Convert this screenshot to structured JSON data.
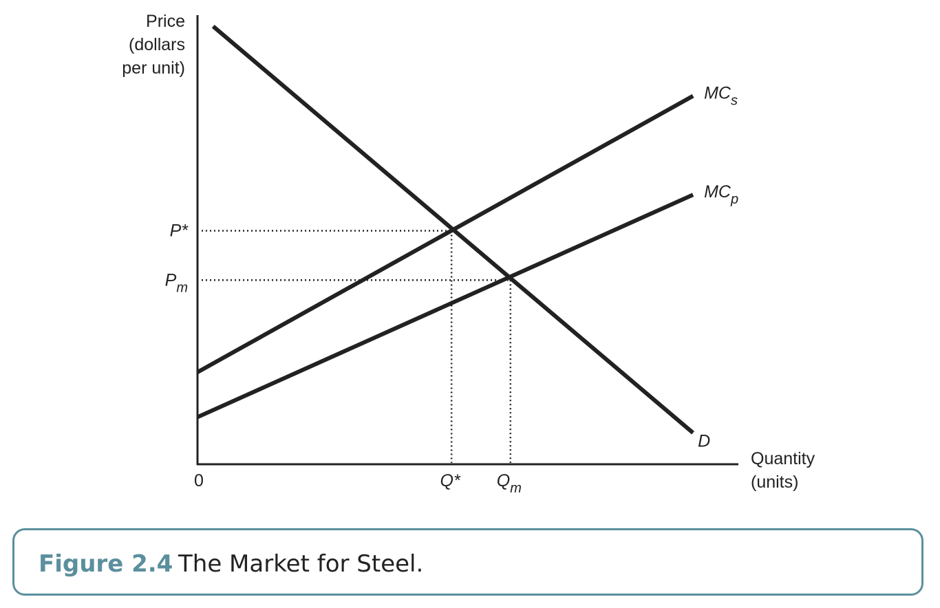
{
  "chart_data": {
    "type": "line",
    "title": "",
    "ylabel": [
      "Price",
      "(dollars",
      "per unit)"
    ],
    "xlabel": [
      "Quantity",
      "(units)"
    ],
    "origin_label": "0",
    "xlim": [
      0,
      1
    ],
    "ylim": [
      0,
      1
    ],
    "series": [
      {
        "name": "MCs",
        "label_main": "MC",
        "label_sub": "s",
        "x": [
          0,
          0.95
        ],
        "y": [
          0.205,
          0.82
        ]
      },
      {
        "name": "MCp",
        "label_main": "MC",
        "label_sub": "p",
        "x": [
          0,
          0.95
        ],
        "y": [
          0.105,
          0.6
        ]
      },
      {
        "name": "D",
        "label_main": "D",
        "label_sub": "",
        "x": [
          0.03,
          0.95
        ],
        "y": [
          0.975,
          0.07
        ]
      }
    ],
    "reference_points": [
      {
        "name": "P*Q*",
        "x": 0.487,
        "y": 0.52,
        "x_label": "Q*",
        "x_sub": "",
        "y_label": "P*",
        "y_sub": ""
      },
      {
        "name": "PmQm",
        "x": 0.6,
        "y": 0.41,
        "x_label": "Q",
        "x_sub": "m",
        "y_label": "P",
        "y_sub": "m"
      }
    ]
  },
  "caption": {
    "number": "Figure 2.4",
    "title": "The Market for Steel."
  },
  "colors": {
    "line": "#222222",
    "caption_accent": "#5b8f9d"
  }
}
